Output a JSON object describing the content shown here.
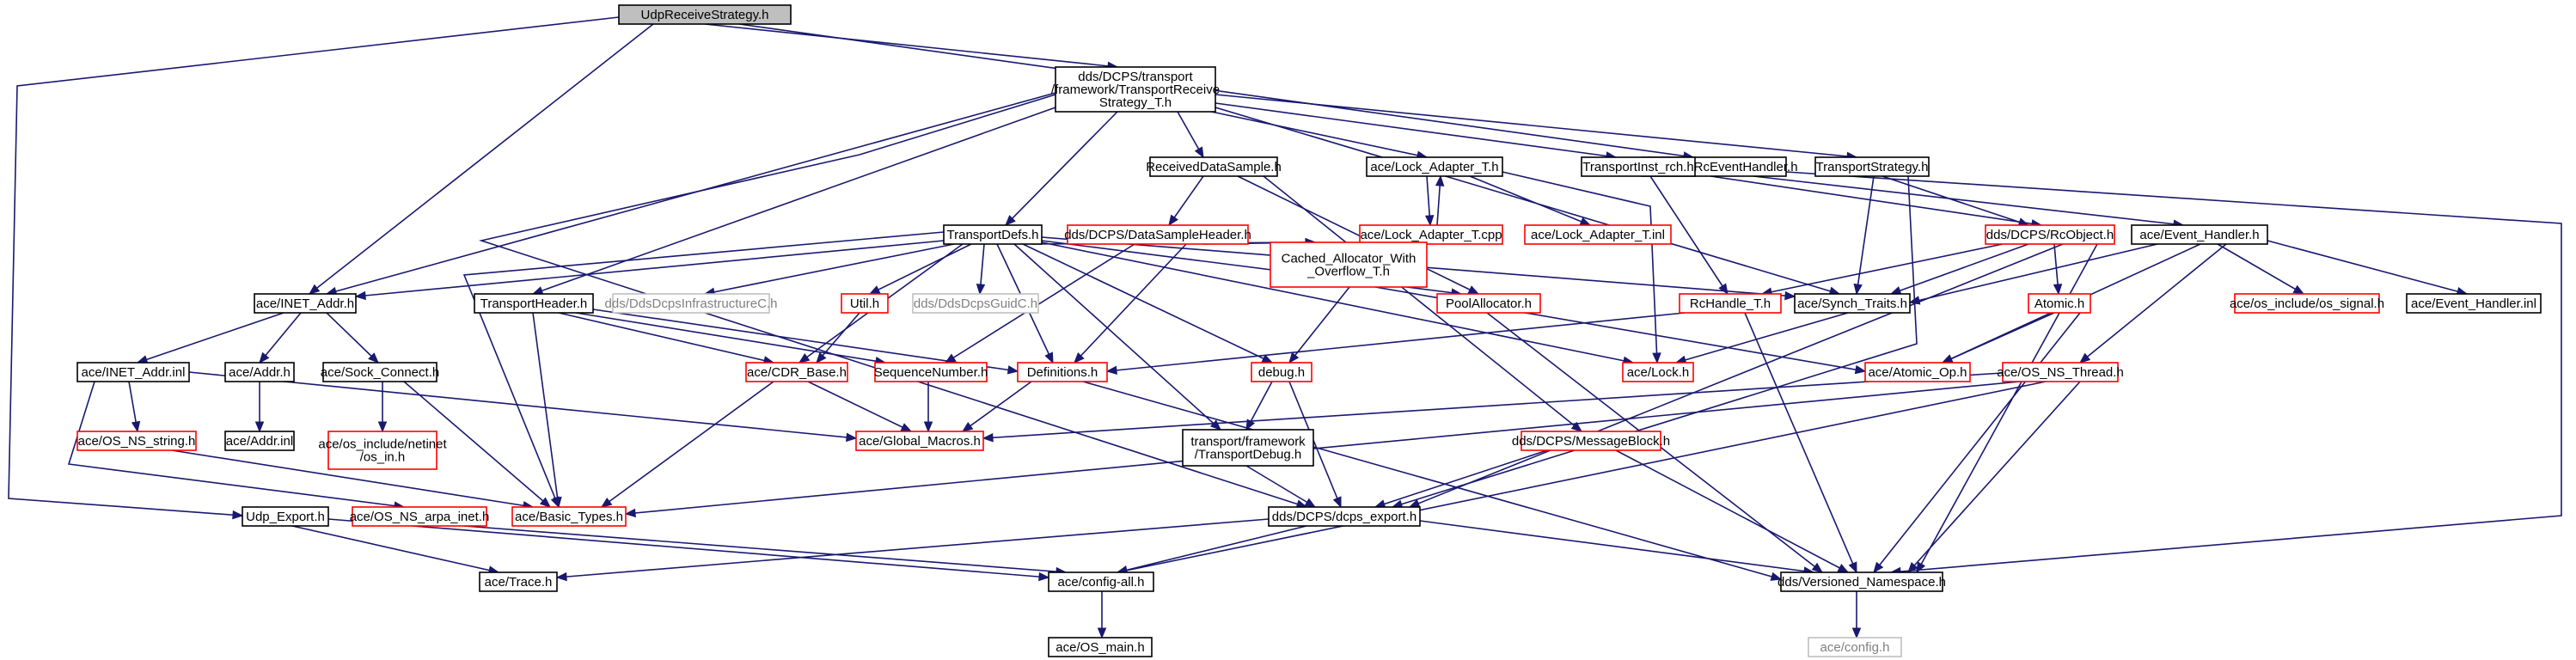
{
  "title": "UdpReceiveStrategy.h",
  "colors": {
    "root_fill": "#bfbfbf",
    "node_fill": "#ffffff",
    "normal_border": "#000000",
    "truncated_border": "#ff0000",
    "external_border": "#bfbfbf",
    "external_text": "#808080",
    "edge": "#191970"
  },
  "nodes": [
    {
      "id": "root",
      "label": [
        "UdpReceiveStrategy.h"
      ],
      "kind": "root"
    },
    {
      "id": "trs",
      "label": [
        "dds/DCPS/transport",
        "/framework/TransportReceive",
        "Strategy_T.h"
      ],
      "kind": "normal"
    },
    {
      "id": "rceh",
      "label": [
        "dds/DCPS/RcEventHandler.h"
      ],
      "kind": "normal"
    },
    {
      "id": "rds",
      "label": [
        "ReceivedDataSample.h"
      ],
      "kind": "normal"
    },
    {
      "id": "lat",
      "label": [
        "ace/Lock_Adapter_T.h"
      ],
      "kind": "normal"
    },
    {
      "id": "tirch",
      "label": [
        "TransportInst_rch.h"
      ],
      "kind": "normal"
    },
    {
      "id": "ts",
      "label": [
        "TransportStrategy.h"
      ],
      "kind": "normal"
    },
    {
      "id": "tdefs",
      "label": [
        "TransportDefs.h"
      ],
      "kind": "normal"
    },
    {
      "id": "dsh",
      "label": [
        "dds/DCPS/DataSampleHeader.h"
      ],
      "kind": "truncated"
    },
    {
      "id": "latcpp",
      "label": [
        "ace/Lock_Adapter_T.cpp"
      ],
      "kind": "truncated"
    },
    {
      "id": "latinl",
      "label": [
        "ace/Lock_Adapter_T.inl"
      ],
      "kind": "truncated"
    },
    {
      "id": "rcobj",
      "label": [
        "dds/DCPS/RcObject.h"
      ],
      "kind": "truncated"
    },
    {
      "id": "evh",
      "label": [
        "ace/Event_Handler.h"
      ],
      "kind": "normal"
    },
    {
      "id": "inetaddr",
      "label": [
        "ace/INET_Addr.h"
      ],
      "kind": "normal"
    },
    {
      "id": "theader",
      "label": [
        "TransportHeader.h"
      ],
      "kind": "normal"
    },
    {
      "id": "infra",
      "label": [
        "dds/DdsDcpsInfrastructureC.h"
      ],
      "kind": "external"
    },
    {
      "id": "util",
      "label": [
        "Util.h"
      ],
      "kind": "truncated"
    },
    {
      "id": "guidc",
      "label": [
        "dds/DdsDcpsGuidC.h"
      ],
      "kind": "external"
    },
    {
      "id": "cached",
      "label": [
        "Cached_Allocator_With",
        "_Overflow_T.h"
      ],
      "kind": "truncated"
    },
    {
      "id": "pool",
      "label": [
        "PoolAllocator.h"
      ],
      "kind": "truncated"
    },
    {
      "id": "synch",
      "label": [
        "ace/Synch_Traits.h"
      ],
      "kind": "normal"
    },
    {
      "id": "rchandle",
      "label": [
        "RcHandle_T.h"
      ],
      "kind": "truncated"
    },
    {
      "id": "atomic",
      "label": [
        "Atomic.h"
      ],
      "kind": "truncated"
    },
    {
      "id": "ossignal",
      "label": [
        "ace/os_include/os_signal.h"
      ],
      "kind": "truncated"
    },
    {
      "id": "evhinl",
      "label": [
        "ace/Event_Handler.inl"
      ],
      "kind": "normal"
    },
    {
      "id": "inetinl",
      "label": [
        "ace/INET_Addr.inl"
      ],
      "kind": "normal"
    },
    {
      "id": "addr",
      "label": [
        "ace/Addr.h"
      ],
      "kind": "normal"
    },
    {
      "id": "sock",
      "label": [
        "ace/Sock_Connect.h"
      ],
      "kind": "normal"
    },
    {
      "id": "cdr",
      "label": [
        "ace/CDR_Base.h"
      ],
      "kind": "truncated"
    },
    {
      "id": "seqnum",
      "label": [
        "SequenceNumber.h"
      ],
      "kind": "truncated"
    },
    {
      "id": "defs",
      "label": [
        "Definitions.h"
      ],
      "kind": "truncated"
    },
    {
      "id": "debug",
      "label": [
        "debug.h"
      ],
      "kind": "truncated"
    },
    {
      "id": "lockh",
      "label": [
        "ace/Lock.h"
      ],
      "kind": "truncated"
    },
    {
      "id": "atomicop",
      "label": [
        "ace/Atomic_Op.h"
      ],
      "kind": "truncated"
    },
    {
      "id": "osnsthread",
      "label": [
        "ace/OS_NS_Thread.h"
      ],
      "kind": "truncated"
    },
    {
      "id": "osnsstring",
      "label": [
        "ace/OS_NS_string.h"
      ],
      "kind": "truncated"
    },
    {
      "id": "addrinl",
      "label": [
        "ace/Addr.inl"
      ],
      "kind": "normal"
    },
    {
      "id": "osin",
      "label": [
        "ace/os_include/netinet",
        "/os_in.h"
      ],
      "kind": "truncated"
    },
    {
      "id": "globalm",
      "label": [
        "ace/Global_Macros.h"
      ],
      "kind": "truncated"
    },
    {
      "id": "tdebug",
      "label": [
        "transport/framework",
        "/TransportDebug.h"
      ],
      "kind": "normal"
    },
    {
      "id": "msgblock",
      "label": [
        "dds/DCPS/MessageBlock.h"
      ],
      "kind": "truncated"
    },
    {
      "id": "udpexp",
      "label": [
        "Udp_Export.h"
      ],
      "kind": "normal"
    },
    {
      "id": "osnsarpa",
      "label": [
        "ace/OS_NS_arpa_inet.h"
      ],
      "kind": "truncated"
    },
    {
      "id": "basictypes",
      "label": [
        "ace/Basic_Types.h"
      ],
      "kind": "truncated"
    },
    {
      "id": "dcpsexp",
      "label": [
        "dds/DCPS/dcps_export.h"
      ],
      "kind": "normal"
    },
    {
      "id": "trace",
      "label": [
        "ace/Trace.h"
      ],
      "kind": "normal"
    },
    {
      "id": "configall",
      "label": [
        "ace/config-all.h"
      ],
      "kind": "normal"
    },
    {
      "id": "versioned",
      "label": [
        "dds/Versioned_Namespace.h"
      ],
      "kind": "normal"
    },
    {
      "id": "osmain",
      "label": [
        "ace/OS_main.h"
      ],
      "kind": "normal"
    },
    {
      "id": "config",
      "label": [
        "ace/config.h"
      ],
      "kind": "external"
    }
  ]
}
